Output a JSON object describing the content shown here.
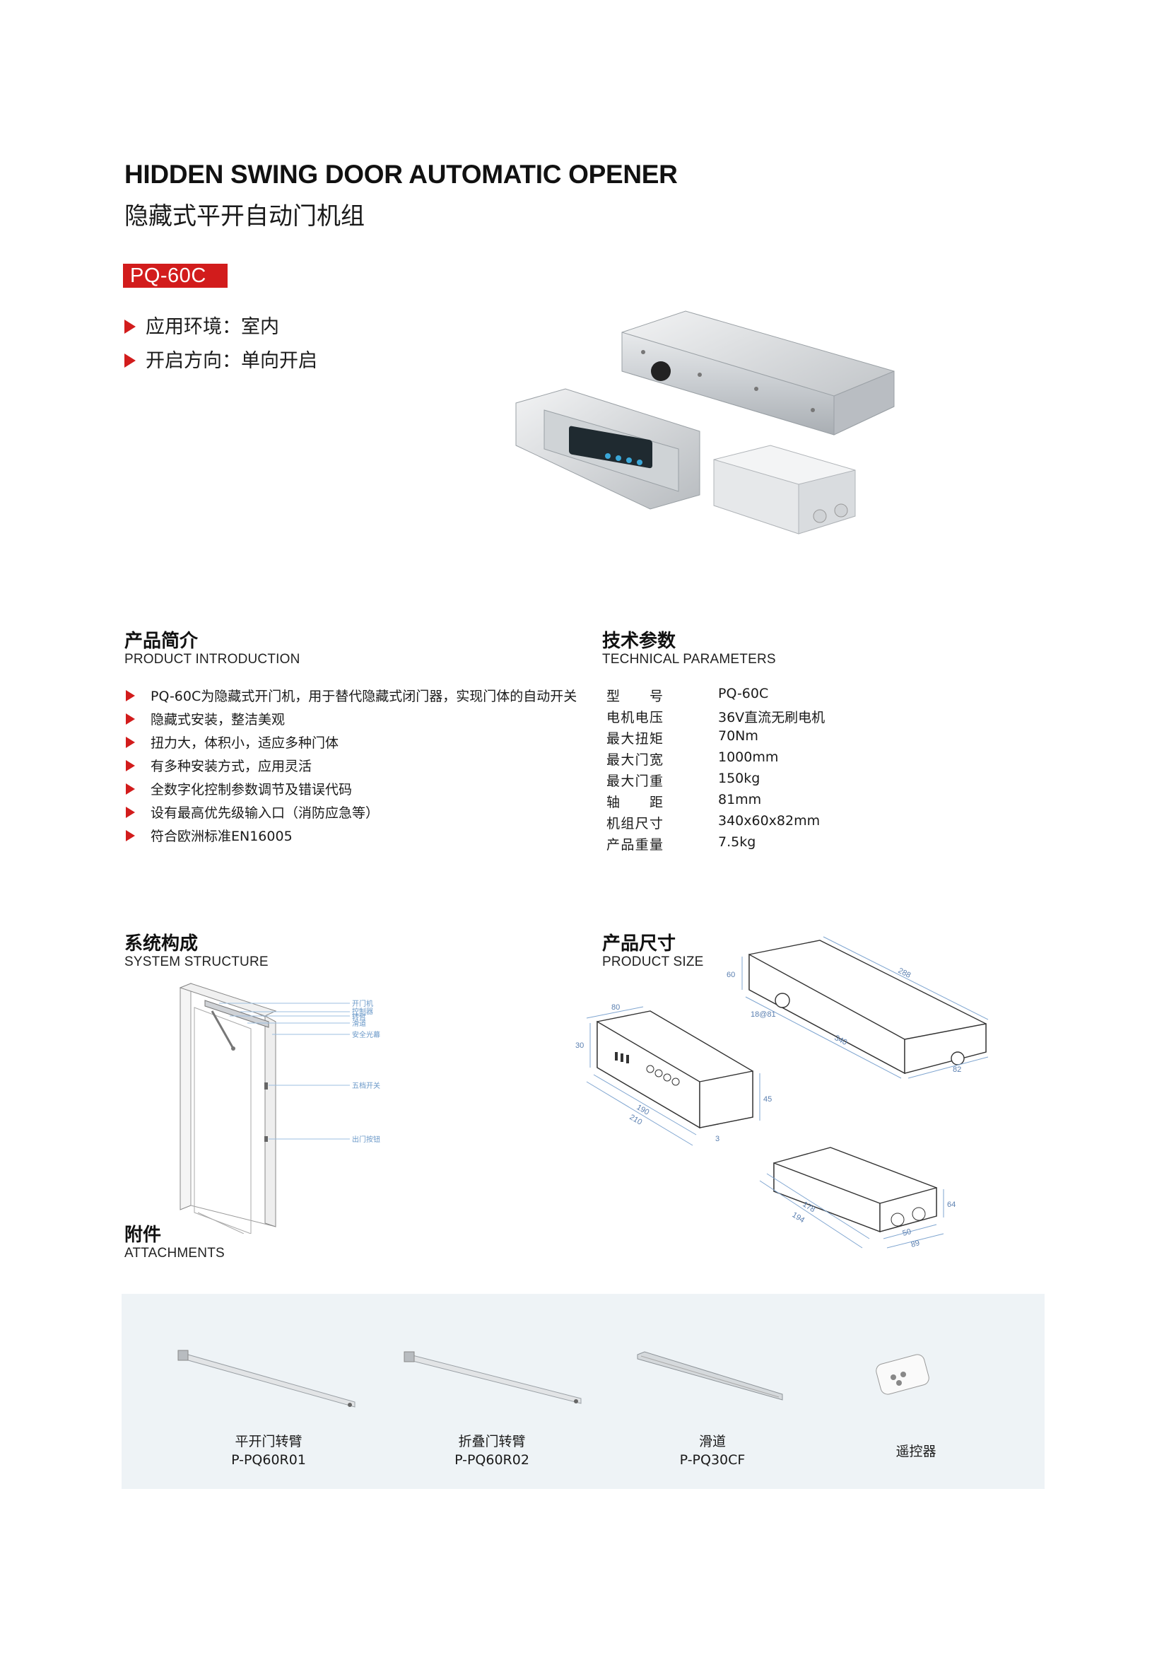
{
  "header": {
    "title_en": "HIDDEN SWING DOOR AUTOMATIC OPENER",
    "title_cn": "隐藏式平开自动门机组",
    "model": "PQ-60C"
  },
  "features": [
    {
      "label": "应用环境：室内"
    },
    {
      "label": "开启方向：单向开启"
    }
  ],
  "intro": {
    "title_cn": "产品简介",
    "title_en": "PRODUCT INTRODUCTION",
    "items": [
      "PQ-60C为隐藏式开门机，用于替代隐藏式闭门器，实现门体的自动开关",
      "隐藏式安装，整洁美观",
      "扭力大，体积小，适应多种门体",
      "有多种安装方式，应用灵活",
      "全数字化控制参数调节及错误代码",
      "设有最高优先级输入口（消防应急等）",
      "符合欧洲标准EN16005"
    ]
  },
  "params": {
    "title_cn": "技术参数",
    "title_en": "TECHNICAL PARAMETERS",
    "rows": [
      {
        "key": "型号",
        "value": "PQ-60C"
      },
      {
        "key": "电机电压",
        "value": "36V直流无刷电机"
      },
      {
        "key": "最大扭矩",
        "value": "70Nm"
      },
      {
        "key": "最大门宽",
        "value": "1000mm"
      },
      {
        "key": "最大门重",
        "value": "150kg"
      },
      {
        "key": "轴距",
        "value": "81mm"
      },
      {
        "key": "机组尺寸",
        "value": "340x60x82mm"
      },
      {
        "key": "产品重量",
        "value": "7.5kg"
      }
    ]
  },
  "structure": {
    "title_cn": "系统构成",
    "title_en": "SYSTEM STRUCTURE",
    "labels": [
      "开门机",
      "控制器",
      "转臂",
      "滑道",
      "安全光幕",
      "五档开关",
      "出门按钮"
    ]
  },
  "size": {
    "title_cn": "产品尺寸",
    "title_en": "PRODUCT SIZE",
    "dims": {
      "top_len": "288",
      "top_h": "60",
      "top_len2": "340",
      "top_small": "18@81",
      "top_w": "82",
      "ctrl_w": "80",
      "ctrl_h": "30",
      "ctrl_len": "190",
      "ctrl_len2": "210",
      "ctrl_d": "45",
      "ctrl_t": "3",
      "box_h": "64",
      "box_len": "178",
      "box_len2": "194",
      "box_w": "50",
      "box_w2": "89"
    }
  },
  "attachments": {
    "title_cn": "附件",
    "title_en": "ATTACHMENTS",
    "items": [
      {
        "name": "平开门转臂",
        "code": "P-PQ60R01"
      },
      {
        "name": "折叠门转臂",
        "code": "P-PQ60R02"
      },
      {
        "name": "滑道",
        "code": "P-PQ30CF"
      },
      {
        "name": "遥控器",
        "code": ""
      }
    ]
  },
  "colors": {
    "accent": "#d21c1c",
    "panel": "#eef3f6"
  }
}
